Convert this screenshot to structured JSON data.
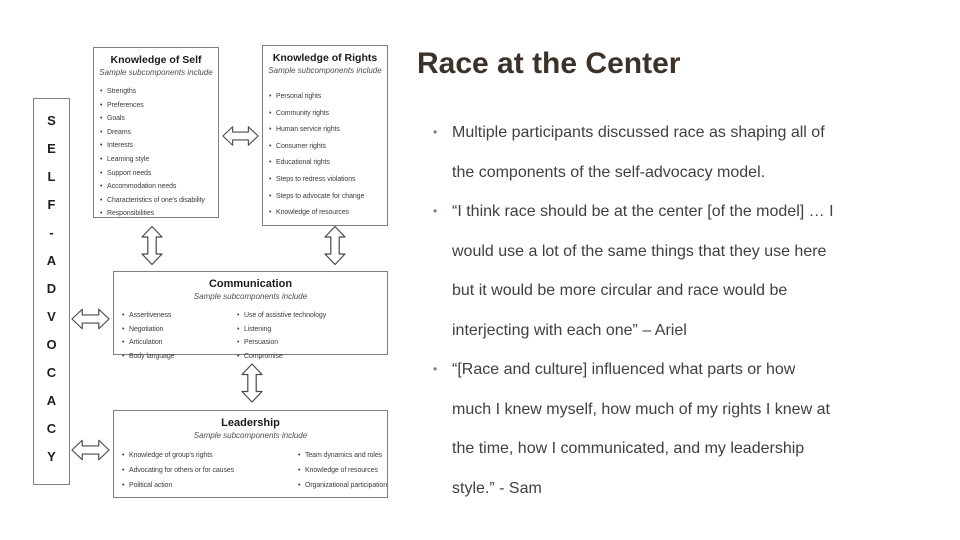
{
  "slide": {
    "title": "Race at the Center",
    "bullets": [
      {
        "lines": [
          "Multiple participants discussed race as shaping all of",
          "the components of the self-advocacy model."
        ]
      },
      {
        "lines": [
          "“I think race should be at the center [of the model] … I",
          "would use a lot of the same things that they use here",
          "but it would be more circular and race would be",
          "interjecting with each one” – Ariel"
        ]
      },
      {
        "lines": [
          "“[Race and culture] influenced what parts or how",
          "much I knew myself, how much of my rights I knew at",
          "the time, how I communicated, and my leadership",
          "style.” - Sam"
        ]
      }
    ]
  },
  "diagram": {
    "bar": {
      "label": "SELF-ADVOCACY",
      "letters": [
        "S",
        "E",
        "L",
        "F",
        "-",
        "A",
        "D",
        "V",
        "O",
        "C",
        "A",
        "C",
        "Y"
      ]
    },
    "self": {
      "title": "Knowledge of Self",
      "subtitle": "Sample subcomponents include",
      "items": [
        "Strengths",
        "Preferences",
        "Goals",
        "Dreams",
        "Interests",
        "Learning style",
        "Support needs",
        "Accommodation needs",
        "Characteristics of one's disability",
        "Responsibilities"
      ]
    },
    "rights": {
      "title": "Knowledge of Rights",
      "subtitle": "Sample subcomponents include",
      "items": [
        "Personal rights",
        "Community rights",
        "Human service rights",
        "Consumer rights",
        "Educational rights",
        "Steps to redress violations",
        "Steps to advocate for change",
        "Knowledge of resources"
      ]
    },
    "communication": {
      "title": "Communication",
      "subtitle": "Sample subcomponents include",
      "items_left": [
        "Assertiveness",
        "Negotiation",
        "Articulation",
        "Body language"
      ],
      "items_right": [
        "Use of assistive technology",
        "Listening",
        "Persuasion",
        "Compromise"
      ]
    },
    "leadership": {
      "title": "Leadership",
      "subtitle": "Sample subcomponents include",
      "items_left": [
        "Knowledge of group's rights",
        "Advocating for others or for causes",
        "Political action"
      ],
      "items_right": [
        "Team dynamics and roles",
        "Knowledge of resources",
        "Organizational participation"
      ]
    },
    "icons": {
      "horizontal_connector": "double-arrow-horizontal-icon",
      "vertical_connector": "double-arrow-vertical-icon"
    }
  },
  "colors": {
    "background": "#ffffff",
    "title_text": "#3b3229",
    "body_text": "#404040",
    "bullet_marker": "#8c7b63",
    "box_border": "#7f7f7f",
    "diagram_text": "#3d3d3d"
  }
}
